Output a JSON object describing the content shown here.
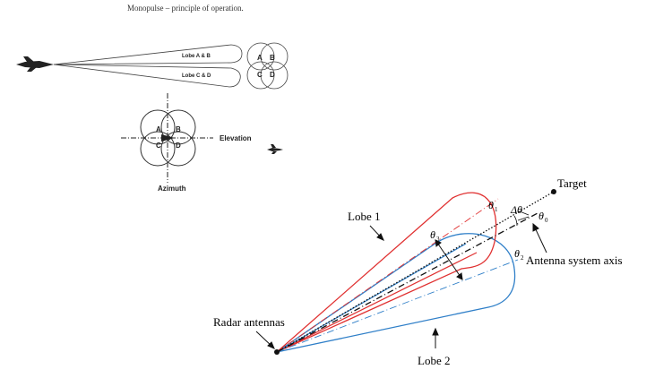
{
  "caption": "Monopulse – principle of operation.",
  "top_diagram": {
    "lobe_ab": "Lobe A & B",
    "lobe_cd": "Lobe C & D",
    "quadrants": [
      "A",
      "B",
      "C",
      "D"
    ]
  },
  "cross_diagram": {
    "quadrants": [
      "A",
      "B",
      "C",
      "D"
    ],
    "elevation_label": "Elevation",
    "azimuth_label": "Azimuth"
  },
  "main_diagram": {
    "target_label": "Target",
    "lobe1_label": "Lobe 1",
    "lobe2_label": "Lobe 2",
    "radar_label": "Radar antennas",
    "axis_label": "Antenna system axis",
    "theta": "θ",
    "sub_1": "1",
    "sub_2": "2",
    "sub_3": "3",
    "sub_0": "0",
    "delta_theta": "Δθ"
  },
  "colors": {
    "lobe1": "#e03030",
    "lobe2": "#2f7fc8",
    "ink": "#111111"
  }
}
